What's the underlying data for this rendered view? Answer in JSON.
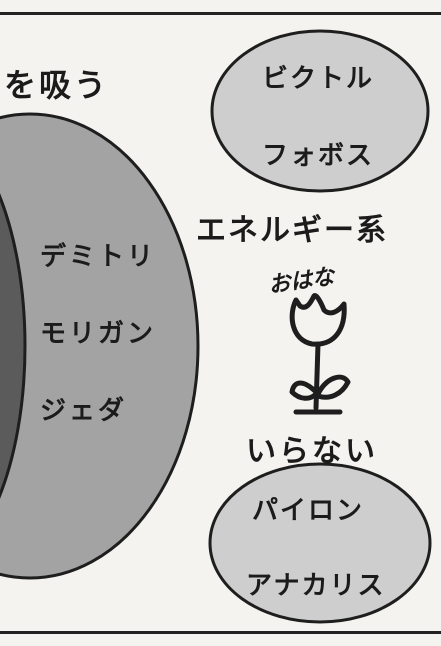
{
  "left_heading": "を吸う",
  "big_circle": {
    "items": [
      "デミトリ",
      "モリガン",
      "ジェダ"
    ]
  },
  "top_oval": {
    "items": [
      "ビクトル",
      "フォボス"
    ]
  },
  "energy_label": "エネルギー系",
  "flower": {
    "handwriting": "おはな"
  },
  "not_needed_label": "いらない",
  "bottom_oval": {
    "items": [
      "パイロン",
      "アナカリス"
    ]
  },
  "colors": {
    "outer_gray": "#a3a3a3",
    "inner_dark": "#5b5b5b",
    "oval_fill": "#cecece",
    "stroke": "#1e1e1e",
    "paper": "#f4f3ef"
  }
}
